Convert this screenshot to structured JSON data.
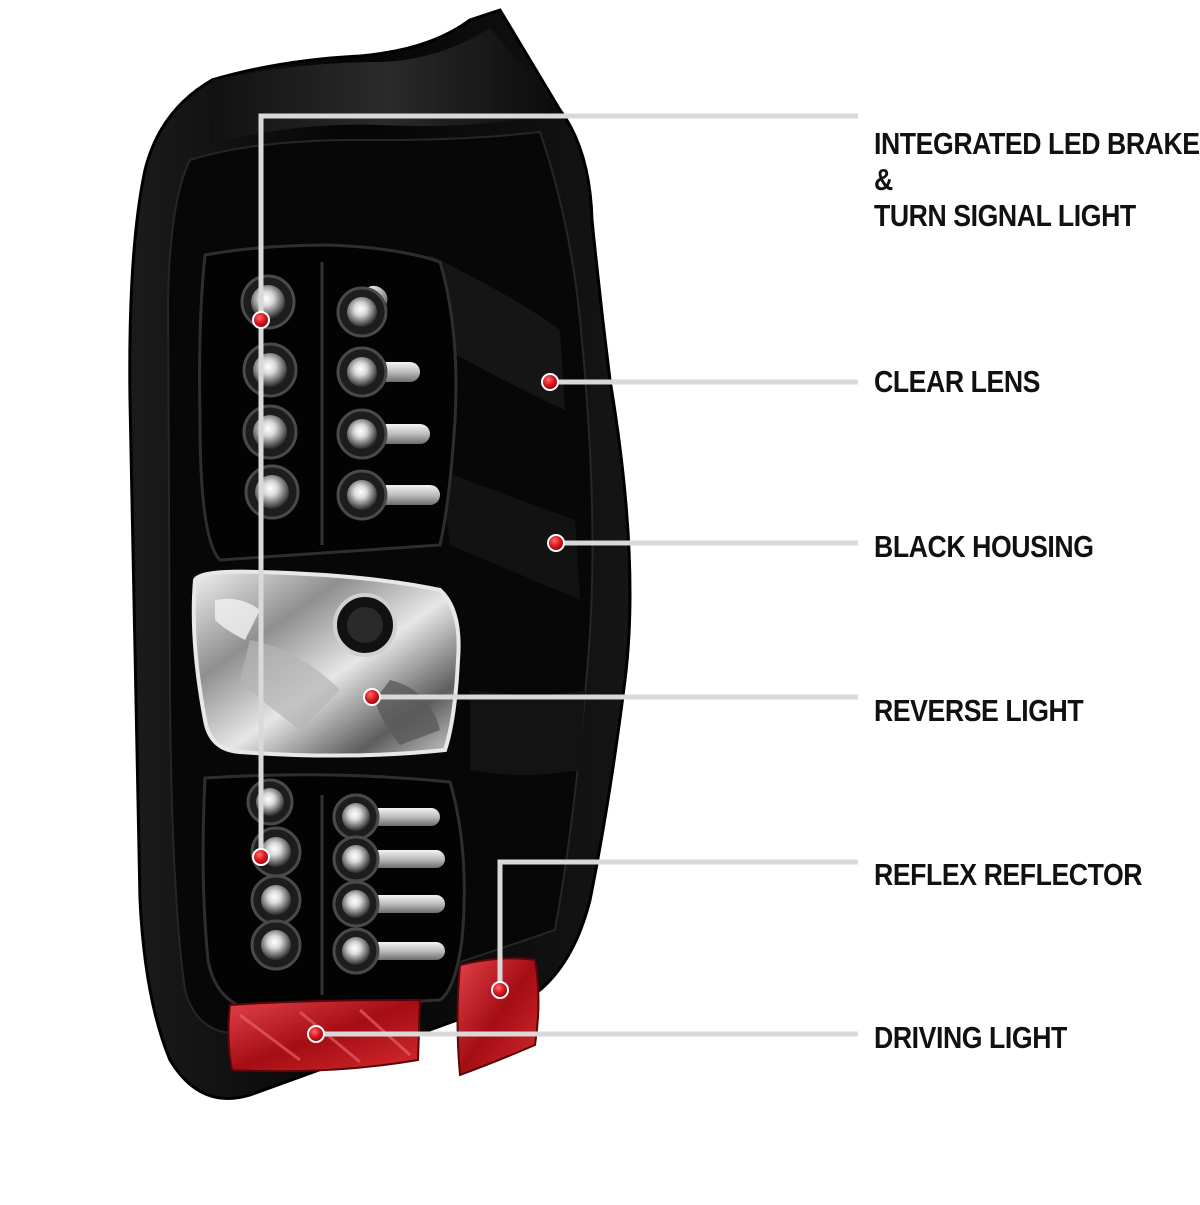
{
  "callouts": [
    {
      "id": "integrated-led",
      "lines": [
        "INTEGRATED LED BRAKE",
        "&",
        "TURN SIGNAL LIGHT"
      ]
    },
    {
      "id": "clear-lens",
      "lines": [
        "CLEAR LENS"
      ]
    },
    {
      "id": "black-housing",
      "lines": [
        "BLACK HOUSING"
      ]
    },
    {
      "id": "reverse-light",
      "lines": [
        "REVERSE LIGHT"
      ]
    },
    {
      "id": "reflex-reflector",
      "lines": [
        "REFLEX REFLECTOR"
      ]
    },
    {
      "id": "driving-light",
      "lines": [
        "DRIVING LIGHT"
      ]
    }
  ],
  "colors": {
    "background": "#ffffff",
    "housing": "#0a0a0a",
    "chrome": "#c9c9c9",
    "reflector_red": "#c0141c",
    "marker_red": "#d8161e",
    "leader_line": "#d9d9d9",
    "text": "#111111"
  }
}
